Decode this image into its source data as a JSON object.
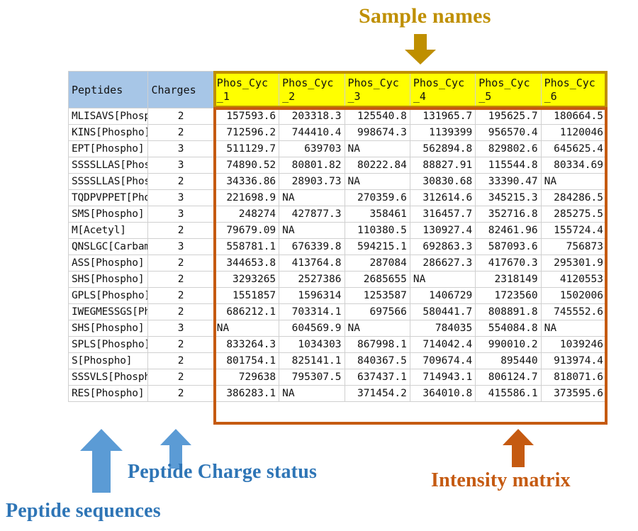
{
  "annotations": {
    "sample_names": {
      "label": "Sample names",
      "color": "#bf8f00",
      "arrow": "down-arrow-icon"
    },
    "peptide_charge_status": {
      "label": "Peptide Charge status",
      "color": "#2e75b6",
      "arrow": "up-arrow-icon"
    },
    "peptide_sequences": {
      "label": "Peptide sequences",
      "color": "#2e75b6",
      "arrow": "up-arrow-icon"
    },
    "intensity_matrix": {
      "label": "Intensity matrix",
      "color": "#c55a11",
      "arrow": "up-arrow-icon"
    }
  },
  "highlight_boxes": {
    "sample_names_box_color": "#bf8f00",
    "intensity_matrix_box_color": "#c55a11",
    "header_fill_samples": "#ffff00",
    "header_fill_labels": "#a7c6e7"
  },
  "table": {
    "headers": [
      "Peptides",
      "Charges",
      "Phos_Cyc_1",
      "Phos_Cyc_2",
      "Phos_Cyc_3",
      "Phos_Cyc_4",
      "Phos_Cyc_5",
      "Phos_Cyc_6"
    ],
    "header_wrap": [
      {
        "line1": "Phos_Cyc",
        "line2": "_1"
      },
      {
        "line1": "Phos_Cyc",
        "line2": "_2"
      },
      {
        "line1": "Phos_Cyc",
        "line2": "_3"
      },
      {
        "line1": "Phos_Cyc",
        "line2": "_4"
      },
      {
        "line1": "Phos_Cyc",
        "line2": "_5"
      },
      {
        "line1": "Phos_Cyc",
        "line2": "_6"
      }
    ],
    "rows": [
      {
        "peptide": "MLISAVS[Phospho]",
        "charge": "2",
        "values": [
          "157593.6",
          "203318.3",
          "125540.8",
          "131965.7",
          "195625.7",
          "180664.5"
        ]
      },
      {
        "peptide": "KINS[Phospho]",
        "charge": "2",
        "values": [
          "712596.2",
          "744410.4",
          "998674.3",
          "1139399",
          "956570.4",
          "1120046"
        ]
      },
      {
        "peptide": "EPT[Phospho]",
        "charge": "3",
        "values": [
          "511129.7",
          "639703",
          "NA",
          "562894.8",
          "829802.6",
          "645625.4"
        ]
      },
      {
        "peptide": "SSSSLLAS[Phospho]",
        "charge": "3",
        "values": [
          "74890.52",
          "80801.82",
          "80222.84",
          "88827.91",
          "115544.8",
          "80334.69"
        ]
      },
      {
        "peptide": "SSSSLLAS[Phospho]",
        "charge": "2",
        "values": [
          "34336.86",
          "28903.73",
          "NA",
          "30830.68",
          "33390.47",
          "NA"
        ]
      },
      {
        "peptide": "TQDPVPPET[Phospho]",
        "charge": "3",
        "values": [
          "221698.9",
          "NA",
          "270359.6",
          "312614.6",
          "345215.3",
          "284286.5"
        ]
      },
      {
        "peptide": "SMS[Phospho]",
        "charge": "3",
        "values": [
          "248274",
          "427877.3",
          "358461",
          "316457.7",
          "352716.8",
          "285275.5"
        ]
      },
      {
        "peptide": "M[Acetyl]",
        "charge": "2",
        "values": [
          "79679.09",
          "NA",
          "110380.5",
          "130927.4",
          "82461.96",
          "155724.4"
        ]
      },
      {
        "peptide": "QNSLGC[Carbamidomethyl]",
        "charge": "3",
        "values": [
          "558781.1",
          "676339.8",
          "594215.1",
          "692863.3",
          "587093.6",
          "756873"
        ]
      },
      {
        "peptide": "ASS[Phospho]",
        "charge": "2",
        "values": [
          "344653.8",
          "413764.8",
          "287084",
          "286627.3",
          "417670.3",
          "295301.9"
        ]
      },
      {
        "peptide": "SHS[Phospho]",
        "charge": "2",
        "values": [
          "3293265",
          "2527386",
          "2685655",
          "NA",
          "2318149",
          "4120553"
        ]
      },
      {
        "peptide": "GPLS[Phospho]",
        "charge": "2",
        "values": [
          "1551857",
          "1596314",
          "1253587",
          "1406729",
          "1723560",
          "1502006"
        ]
      },
      {
        "peptide": "IWEGMESSGS[Phospho]",
        "charge": "2",
        "values": [
          "686212.1",
          "703314.1",
          "697566",
          "580441.7",
          "808891.8",
          "745552.6"
        ]
      },
      {
        "peptide": "SHS[Phospho]",
        "charge": "3",
        "values": [
          "NA",
          "604569.9",
          "NA",
          "784035",
          "554084.8",
          "NA"
        ]
      },
      {
        "peptide": "SPLS[Phospho]",
        "charge": "2",
        "values": [
          "833264.3",
          "1034303",
          "867998.1",
          "714042.4",
          "990010.2",
          "1039246"
        ]
      },
      {
        "peptide": "S[Phospho]",
        "charge": "2",
        "values": [
          "801754.1",
          "825141.1",
          "840367.5",
          "709674.4",
          "895440",
          "913974.4"
        ]
      },
      {
        "peptide": "SSSVLS[Phospho]",
        "charge": "2",
        "values": [
          "729638",
          "795307.5",
          "637437.1",
          "714943.1",
          "806124.7",
          "818071.6"
        ]
      },
      {
        "peptide": "RES[Phospho]",
        "charge": "2",
        "values": [
          "386283.1",
          "NA",
          "371454.2",
          "364010.8",
          "415586.1",
          "373595.6"
        ]
      }
    ]
  }
}
